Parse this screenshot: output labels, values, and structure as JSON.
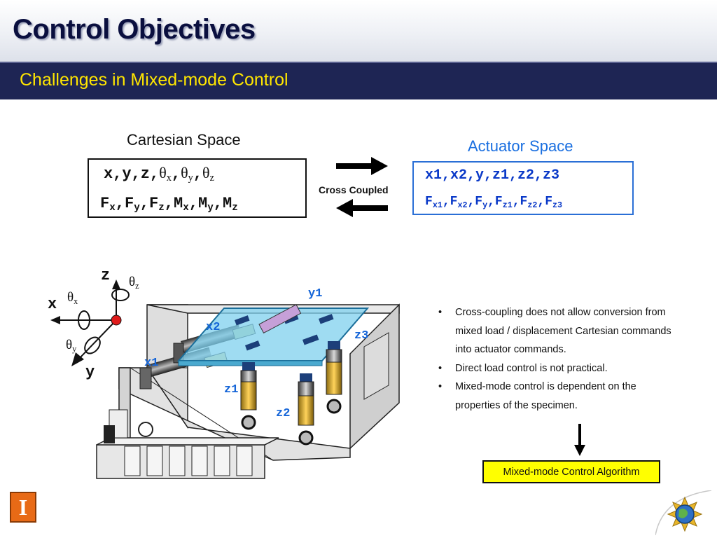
{
  "slide": {
    "title": "Control Objectives",
    "subtitle": "Challenges in Mixed-mode Control"
  },
  "cartesian": {
    "label": "Cartesian Space",
    "line1": [
      {
        "t": "x,y,z,",
        "cls": "mono"
      },
      {
        "t": "θ",
        "cls": "serif"
      },
      {
        "t": "x",
        "cls": "serif",
        "sub": true
      },
      {
        "t": ",",
        "cls": "mono"
      },
      {
        "t": "θ",
        "cls": "serif"
      },
      {
        "t": "y",
        "cls": "serif",
        "sub": true
      },
      {
        "t": ",",
        "cls": "mono"
      },
      {
        "t": "θ",
        "cls": "serif"
      },
      {
        "t": "z",
        "cls": "serif",
        "sub": true
      }
    ],
    "line2": [
      {
        "t": "F",
        "cls": "mono"
      },
      {
        "t": "x",
        "cls": "mono",
        "sub": true
      },
      {
        "t": ",F",
        "cls": "mono"
      },
      {
        "t": "y",
        "cls": "mono",
        "sub": true
      },
      {
        "t": ",F",
        "cls": "mono"
      },
      {
        "t": "z",
        "cls": "mono",
        "sub": true
      },
      {
        "t": ",M",
        "cls": "mono"
      },
      {
        "t": "x",
        "cls": "mono",
        "sub": true
      },
      {
        "t": ",M",
        "cls": "mono"
      },
      {
        "t": "y",
        "cls": "mono",
        "sub": true
      },
      {
        "t": ",M",
        "cls": "mono"
      },
      {
        "t": "z",
        "cls": "mono",
        "sub": true
      }
    ]
  },
  "actuator": {
    "label": "Actuator Space",
    "line1": [
      {
        "t": "x1,x2,y,z1,z2,z3",
        "cls": "mono"
      }
    ],
    "line2": [
      {
        "t": "F",
        "cls": "mono"
      },
      {
        "t": "x1",
        "cls": "mono",
        "sub": true
      },
      {
        "t": ",F",
        "cls": "mono"
      },
      {
        "t": "x2",
        "cls": "mono",
        "sub": true
      },
      {
        "t": ",F",
        "cls": "mono"
      },
      {
        "t": "y",
        "cls": "mono",
        "sub": true
      },
      {
        "t": ",F",
        "cls": "mono"
      },
      {
        "t": "z1",
        "cls": "mono",
        "sub": true
      },
      {
        "t": ",F",
        "cls": "mono"
      },
      {
        "t": "z2",
        "cls": "mono",
        "sub": true
      },
      {
        "t": ",F",
        "cls": "mono"
      },
      {
        "t": "z3",
        "cls": "mono",
        "sub": true
      }
    ]
  },
  "coupling": {
    "label": "Cross Coupled"
  },
  "diagram": {
    "axes": {
      "x": "x",
      "y": "y",
      "z": "z",
      "theta": "θ",
      "theta_x": "x",
      "theta_y": "y",
      "theta_z": "z"
    },
    "actuators": {
      "x1": "x1",
      "x2": "x2",
      "y1": "y1",
      "z1": "z1",
      "z2": "z2",
      "z3": "z3"
    }
  },
  "bullets": [
    "Cross-coupling does not allow conversion from mixed load / displacement Cartesian commands into actuator commands.",
    "Direct load control is not practical.",
    "Mixed-mode control is dependent on the properties of the specimen."
  ],
  "algorithm": {
    "label": "Mixed-mode Control Algorithm"
  },
  "logo": {
    "letter": "I"
  },
  "colors": {
    "title": "#0a0f3f",
    "band": "#1e2554",
    "subtitle": "#ffe600",
    "actuator_text": "#0a39c8",
    "label_blue": "#1565d8",
    "highlight": "#ffff00",
    "logo": "#e86a16"
  },
  "icons": [
    "arrow-right-icon",
    "arrow-left-icon",
    "arrow-down-icon",
    "university-logo-icon",
    "globe-gear-icon"
  ]
}
